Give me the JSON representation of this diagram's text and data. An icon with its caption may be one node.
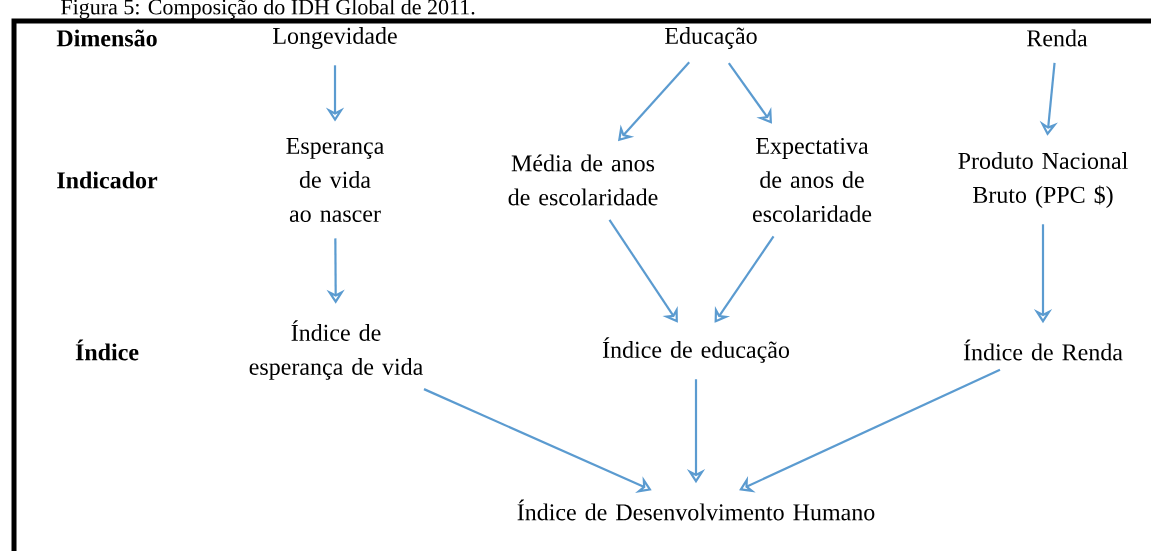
{
  "diagram": {
    "title": "Figura 5: Composição do IDH Global de 2011.",
    "nodes": [
      {
        "text": [
          "Longevidade"
        ]
      },
      {
        "text": [
          "Educação"
        ]
      },
      {
        "text": [
          "Renda"
        ]
      },
      {
        "text": [
          "Esperança de vida ao nascer"
        ]
      },
      {
        "text": [
          "Média de anos de escolaridade"
        ]
      },
      {
        "text": [
          "Expectativa de anos de escolaridade"
        ]
      },
      {
        "text": [
          "Produto Nacional Bruto (PPC $)"
        ]
      },
      {
        "text": [
          "Índice de esperança de vida"
        ]
      },
      {
        "text": [
          "Índice de educação"
        ]
      },
      {
        "text": [
          "Índice de Renda"
        ]
      },
      {
        "text": [
          "Índice de Desenvolvimento Humano"
        ]
      }
    ],
    "edges": [
      {
        "from": 0,
        "to": 3,
        "arrow": "to"
      },
      {
        "from": 1,
        "to": 4,
        "arrow": "to"
      },
      {
        "from": 1,
        "to": 5,
        "arrow": "to"
      },
      {
        "from": 2,
        "to": 6,
        "arrow": "to"
      },
      {
        "from": 3,
        "to": 7,
        "arrow": "to"
      },
      {
        "from": 4,
        "to": 8,
        "arrow": "to"
      },
      {
        "from": 5,
        "to": 8,
        "arrow": "to"
      },
      {
        "from": 6,
        "to": 9,
        "arrow": "to"
      },
      {
        "from": 7,
        "to": 10,
        "arrow": "to"
      },
      {
        "from": 8,
        "to": 10,
        "arrow": "to"
      },
      {
        "from": 9,
        "to": 10,
        "arrow": "to"
      }
    ],
    "labels": [
      "Dimensão",
      "Indicador",
      "Índice"
    ]
  }
}
